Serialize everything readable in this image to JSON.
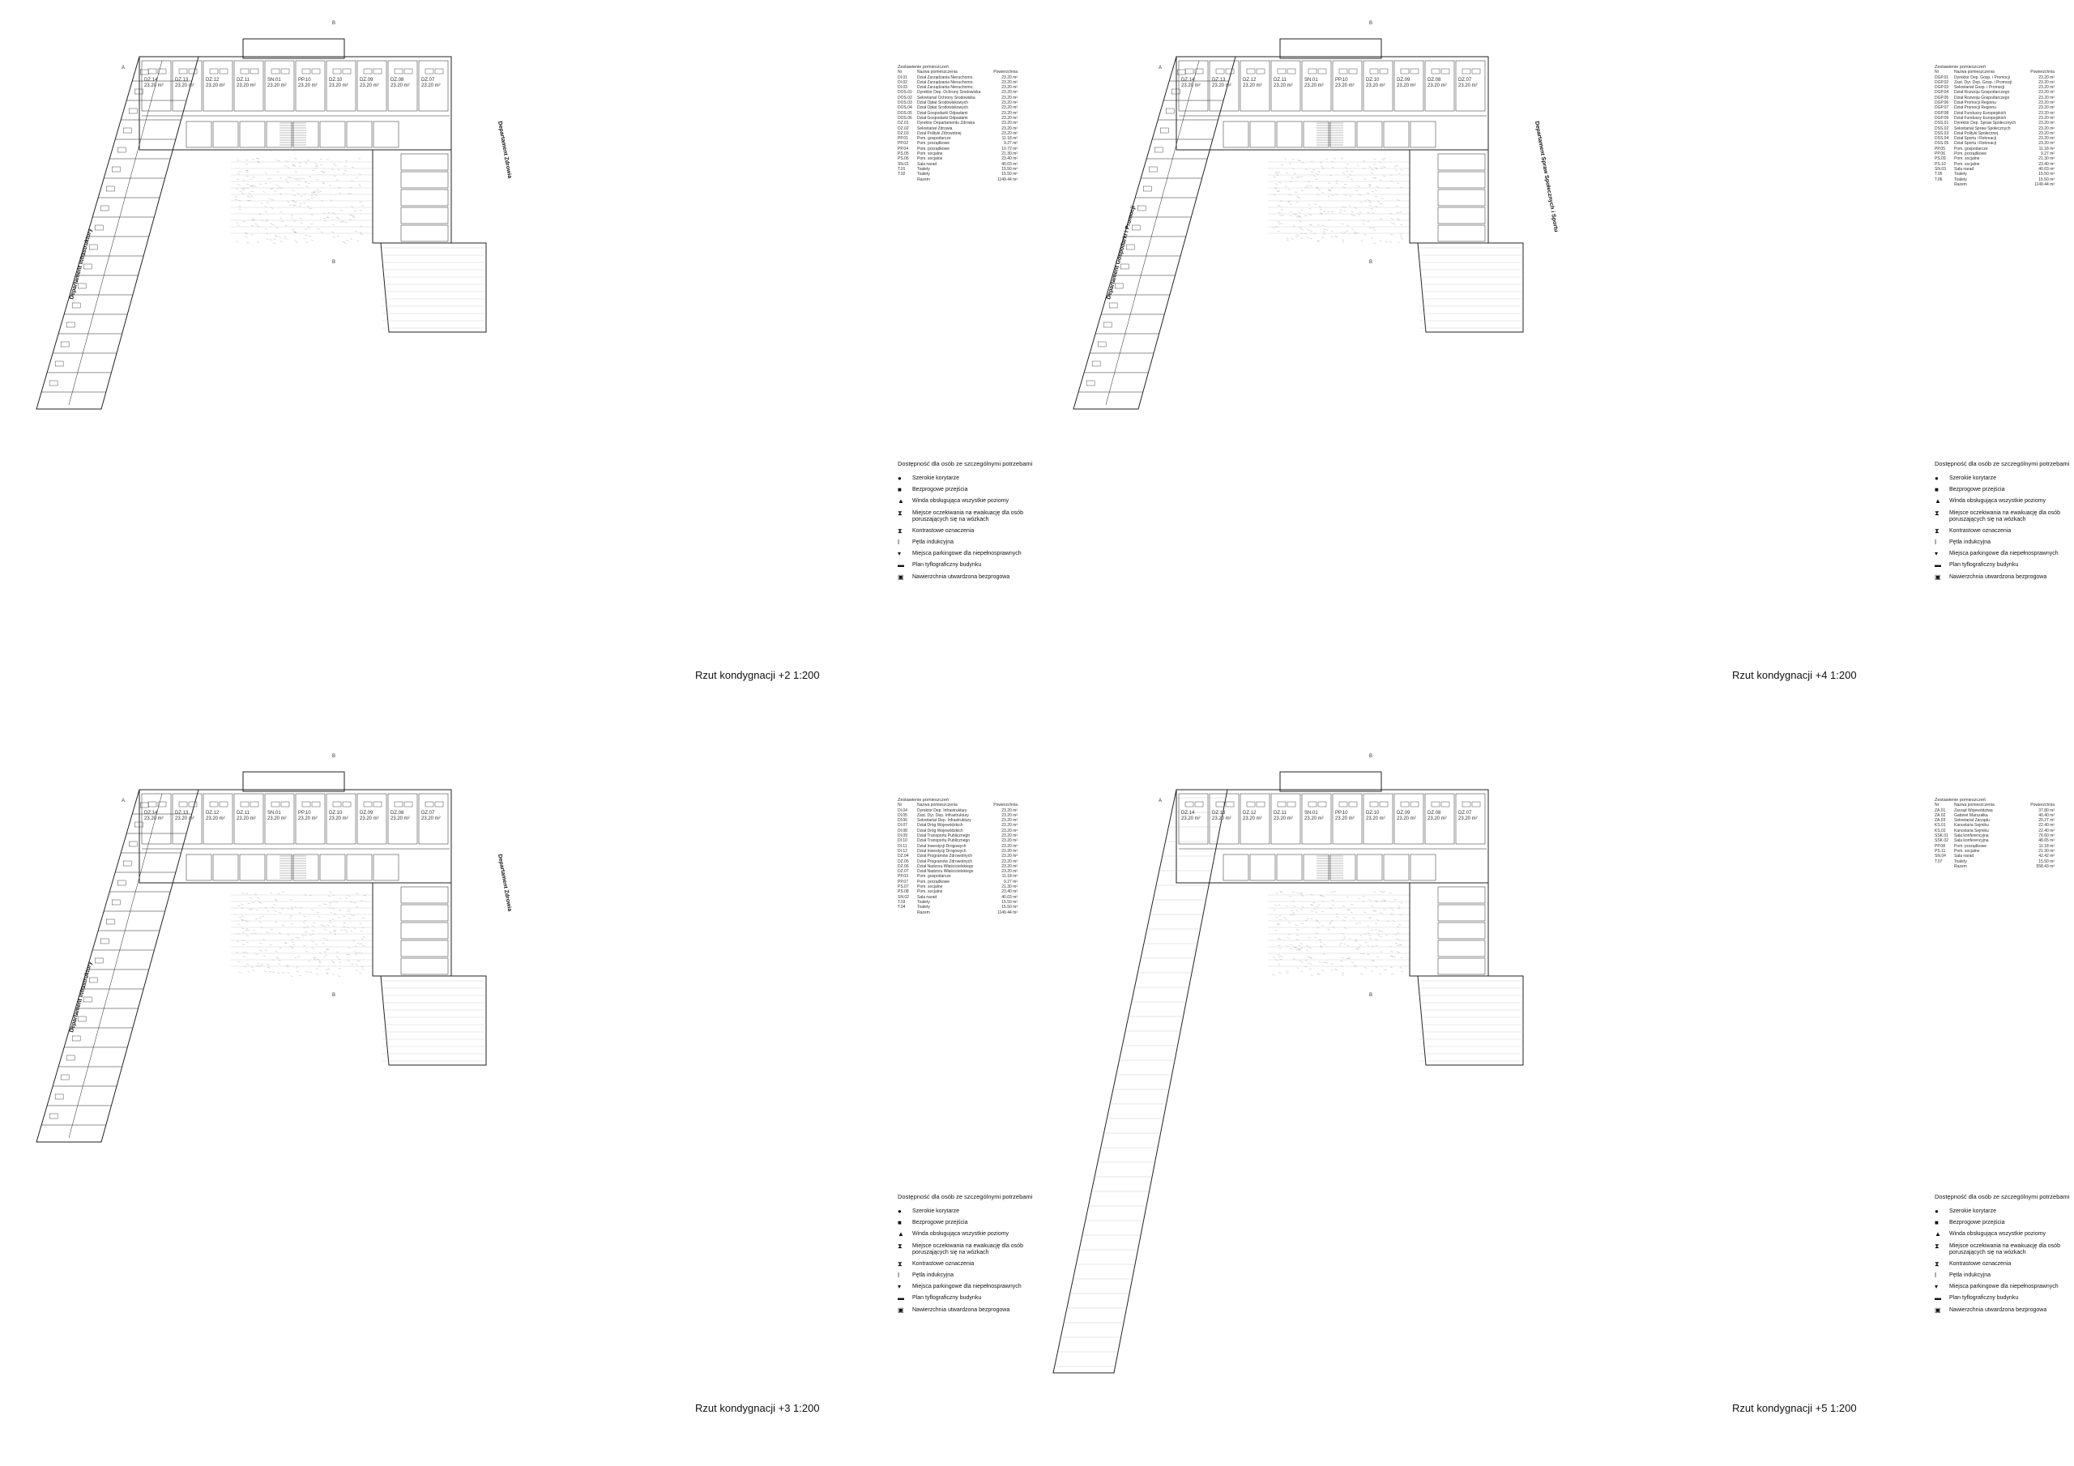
{
  "plans": [
    {
      "title": "Rzut kondygnacji +2 1:200",
      "dept_left": "Departament Infrastruktury",
      "dept_right": "Departament Zdrowia",
      "schedule": {
        "title": "Zestawienie pomieszczeń",
        "headers": [
          "Nr",
          "Nazwa pomieszczenia",
          "Powierzchnia"
        ],
        "rows": [
          [
            "DI.01",
            "Dział Zarządzania Nieruchomo.",
            "23.20 m²"
          ],
          [
            "DI.02",
            "Dział Zarządzania Nieruchomo.",
            "23.20 m²"
          ],
          [
            "DI.03",
            "Dział Zarządzania Nieruchomo.",
            "23.20 m²"
          ],
          [
            "DOS.01",
            "Dyrektor Dep. Ochrony Środowiska",
            "23.20 m²"
          ],
          [
            "DOS.02",
            "Sekretariat Ochrony Środowiska",
            "23.20 m²"
          ],
          [
            "DOS.03",
            "Dział Opłat Środowiskowych",
            "23.20 m²"
          ],
          [
            "DOS.04",
            "Dział Opłat Środowiskowych",
            "23.20 m²"
          ],
          [
            "DOS.05",
            "Dział Gospodarki Odpadami",
            "23.20 m²"
          ],
          [
            "DOS.06",
            "Dział Gospodarki Odpadami",
            "23.20 m²"
          ],
          [
            "DZ.01",
            "Dyrektor Departamentu Zdrowia",
            "23.20 m²"
          ],
          [
            "DZ.02",
            "Sekretariat Zdrowia",
            "23.20 m²"
          ],
          [
            "DZ.03",
            "Dział Polityki Zdrowotnej",
            "23.20 m²"
          ],
          [
            "PP.01",
            "Pom. gospodarcze",
            "11.18 m²"
          ],
          [
            "PP.02",
            "Pom. porządkowe",
            "9.27 m²"
          ],
          [
            "PP.04",
            "Pom. porządkowe",
            "10.72 m²"
          ],
          [
            "PS.05",
            "Pom. socjalne",
            "21.30 m²"
          ],
          [
            "PS.06",
            "Pom. socjalne",
            "23.40 m²"
          ],
          [
            "SN.01",
            "Sala narad",
            "40.03 m²"
          ],
          [
            "T.01",
            "Toalety",
            "15.50 m²"
          ],
          [
            "T.02",
            "Toalety",
            "15.50 m²"
          ],
          [
            "",
            "Razem",
            "1149.44 m²"
          ]
        ]
      }
    },
    {
      "title": "Rzut kondygnacji +4 1:200",
      "dept_left": "Departament Gospodarki i Promocji",
      "dept_right": "Departament Spraw Społecznych i Sportu",
      "schedule": {
        "title": "Zestawienie pomieszczeń",
        "headers": [
          "Nr",
          "Nazwa pomieszczenia",
          "Powierzchnia"
        ],
        "rows": [
          [
            "DGP.01",
            "Dyrektor Dep. Gosp. i Promocji",
            "23.20 m²"
          ],
          [
            "DGP.02",
            "Zast. Dyr. Dep. Gosp. i Promocji",
            "23.20 m²"
          ],
          [
            "DGP.03",
            "Sekretariat Gosp. i Promocji",
            "23.20 m²"
          ],
          [
            "DGP.04",
            "Dział Rozwoju Gospodarczego",
            "23.20 m²"
          ],
          [
            "DGP.05",
            "Dział Rozwoju Gospodarczego",
            "23.20 m²"
          ],
          [
            "DGP.06",
            "Dział Promocji Regionu",
            "23.20 m²"
          ],
          [
            "DGP.07",
            "Dział Promocji Regionu",
            "23.20 m²"
          ],
          [
            "DGP.08",
            "Dział Funduszy Europejskich",
            "23.20 m²"
          ],
          [
            "DGP.09",
            "Dział Funduszy Europejskich",
            "23.20 m²"
          ],
          [
            "DSS.01",
            "Dyrektor Dep. Spraw Społecznych",
            "23.20 m²"
          ],
          [
            "DSS.02",
            "Sekretariat Spraw Społecznych",
            "23.20 m²"
          ],
          [
            "DSS.03",
            "Dział Polityki Społecznej",
            "23.20 m²"
          ],
          [
            "DSS.04",
            "Dział Sportu i Rekreacji",
            "23.20 m²"
          ],
          [
            "DSS.05",
            "Dział Sportu i Rekreacji",
            "23.20 m²"
          ],
          [
            "PP.05",
            "Pom. gospodarcze",
            "11.18 m²"
          ],
          [
            "PP.06",
            "Pom. porządkowe",
            "9.27 m²"
          ],
          [
            "PS.09",
            "Pom. socjalne",
            "21.30 m²"
          ],
          [
            "PS.10",
            "Pom. socjalne",
            "23.40 m²"
          ],
          [
            "SN.03",
            "Sala narad",
            "40.03 m²"
          ],
          [
            "T.05",
            "Toalety",
            "15.50 m²"
          ],
          [
            "T.06",
            "Toalety",
            "15.50 m²"
          ],
          [
            "",
            "Razem",
            "1149.44 m²"
          ]
        ]
      }
    },
    {
      "title": "Rzut kondygnacji +3 1:200",
      "dept_left": "Departament Infrastruktury",
      "dept_right": "Departament Zdrowia",
      "schedule": {
        "title": "Zestawienie pomieszczeń",
        "headers": [
          "Nr",
          "Nazwa pomieszczenia",
          "Powierzchnia"
        ],
        "rows": [
          [
            "DI.04",
            "Dyrektor Dep. Infrastruktury",
            "23.20 m²"
          ],
          [
            "DI.05",
            "Zast. Dyr. Dep. Infrastruktury",
            "23.20 m²"
          ],
          [
            "DI.06",
            "Sekretariat Dep. Infrastruktury",
            "23.20 m²"
          ],
          [
            "DI.07",
            "Dział Dróg Wojewódzkich",
            "23.20 m²"
          ],
          [
            "DI.08",
            "Dział Dróg Wojewódzkich",
            "23.20 m²"
          ],
          [
            "DI.09",
            "Dział Transportu Publicznego",
            "23.20 m²"
          ],
          [
            "DI.10",
            "Dział Transportu Publicznego",
            "23.20 m²"
          ],
          [
            "DI.11",
            "Dział Inwestycji Drogowych",
            "23.20 m²"
          ],
          [
            "DI.12",
            "Dział Inwestycji Drogowych",
            "23.20 m²"
          ],
          [
            "DZ.04",
            "Dział Programów Zdrowotnych",
            "23.20 m²"
          ],
          [
            "DZ.05",
            "Dział Programów Zdrowotnych",
            "23.20 m²"
          ],
          [
            "DZ.06",
            "Dział Nadzoru Właścicielskiego",
            "23.20 m²"
          ],
          [
            "DZ.07",
            "Dział Nadzoru Właścicielskiego",
            "23.20 m²"
          ],
          [
            "PP.03",
            "Pom. gospodarcze",
            "11.18 m²"
          ],
          [
            "PP.07",
            "Pom. porządkowe",
            "9.27 m²"
          ],
          [
            "PS.07",
            "Pom. socjalne",
            "21.30 m²"
          ],
          [
            "PS.08",
            "Pom. socjalne",
            "23.40 m²"
          ],
          [
            "SN.02",
            "Sala narad",
            "40.03 m²"
          ],
          [
            "T.03",
            "Toalety",
            "15.50 m²"
          ],
          [
            "T.04",
            "Toalety",
            "15.50 m²"
          ],
          [
            "",
            "Razem",
            "1149.44 m²"
          ]
        ]
      }
    },
    {
      "title": "Rzut kondygnacji +5 1:200",
      "dept_left": "",
      "dept_right": "",
      "schedule": {
        "title": "Zestawienie pomieszczeń",
        "headers": [
          "Nr",
          "Nazwa pomieszczenia",
          "Powierzchnia"
        ],
        "rows": [
          [
            "ZA.01",
            "Zarząd Województwa",
            "37.80 m²"
          ],
          [
            "ZA.02",
            "Gabinet Marszałka",
            "40.40 m²"
          ],
          [
            "ZA.03",
            "Sekretariat Zarządu",
            "20.27 m²"
          ],
          [
            "KS.01",
            "Kancelaria Sejmiku",
            "22.40 m²"
          ],
          [
            "KS.02",
            "Kancelaria Sejmiku",
            "22.40 m²"
          ],
          [
            "SSK.01",
            "Sala konferencyjna",
            "76.60 m²"
          ],
          [
            "SSK.02",
            "Sala konferencyjna",
            "48.65 m²"
          ],
          [
            "PP.08",
            "Pom. porządkowe",
            "11.18 m²"
          ],
          [
            "PS.11",
            "Pom. socjalne",
            "21.30 m²"
          ],
          [
            "SN.04",
            "Sala narad",
            "42.42 m²"
          ],
          [
            "T.07",
            "Toalety",
            "15.50 m²"
          ],
          [
            "",
            "Razem",
            "558.43 m²"
          ]
        ]
      }
    }
  ],
  "legend": {
    "title": "Dostępność dla osób ze szczególnymi potrzebami",
    "items": [
      {
        "icon": "circle-icon",
        "symbol": "●",
        "label": "Szerokie korytarze"
      },
      {
        "icon": "square-icon",
        "symbol": "■",
        "label": "Bezprogowe przejścia"
      },
      {
        "icon": "triangle-icon",
        "symbol": "▲",
        "label": "Winda obsługująca wszystkie poziomy"
      },
      {
        "icon": "hourglass-icon",
        "symbol": "⧗",
        "label": "Miejsce oczekiwania na ewakuację dla osób poruszających się na wózkach"
      },
      {
        "icon": "contrast-icon",
        "symbol": "⧗",
        "label": "Kontrastowe oznaczenia"
      },
      {
        "icon": "loop-icon",
        "symbol": "ǀ",
        "label": "Pętla indukcyjna"
      },
      {
        "icon": "parking-icon",
        "symbol": "▾",
        "label": "Miejsca parkingowe dla niepełnosprawnych"
      },
      {
        "icon": "tactile-plan-icon",
        "symbol": "▬",
        "label": "Plan tyflograficzny budynku"
      },
      {
        "icon": "surface-icon",
        "symbol": "▣",
        "label": "Nawierzchnia utwardzona bezprogowa"
      }
    ]
  },
  "room_labels_top": [
    "DZ.14",
    "DZ.13",
    "DZ.12",
    "DZ.11",
    "SN.01",
    "PP.10",
    "DZ.10",
    "DZ.09",
    "DZ.08",
    "DZ.07"
  ],
  "room_area": "23.20 m²",
  "compass_letters": [
    "A",
    "B"
  ]
}
